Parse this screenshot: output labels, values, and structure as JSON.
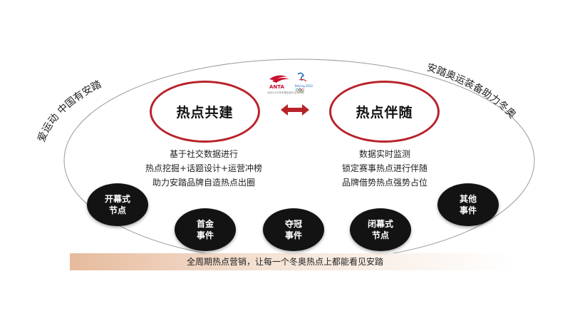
{
  "diagram": {
    "hub_left": "热点共建",
    "hub_right": "热点伴随",
    "left_lines": [
      "基于社交数据进行",
      "热点挖掘+话题设计+运营冲榜",
      "助力安踏品牌自造热点出圈"
    ],
    "right_lines": [
      "数据实时监测",
      "锁定赛事热点进行伴随",
      "品牌借势热点强势占位"
    ],
    "left_arc_text": "爱运动 中国有安踏",
    "right_arc_text": "安踏奥运装备助力冬奥",
    "nodes": [
      "开幕式\n节点",
      "首金\n事件",
      "夺冠\n事件",
      "闭幕式\n节点",
      "其他\n事件"
    ],
    "banner": "全周期热点营销，让每一个冬奥热点上都能看见安踏",
    "logo": {
      "brand": "ANTA",
      "caption": "北京2022年冬奥会官方合作伙伴",
      "emblem": "Beijing 2022"
    },
    "colors": {
      "accent": "#b8232a",
      "node_fill": "#131313",
      "banner_start": "#e9c3a6",
      "banner_end": "#ffffff"
    }
  }
}
